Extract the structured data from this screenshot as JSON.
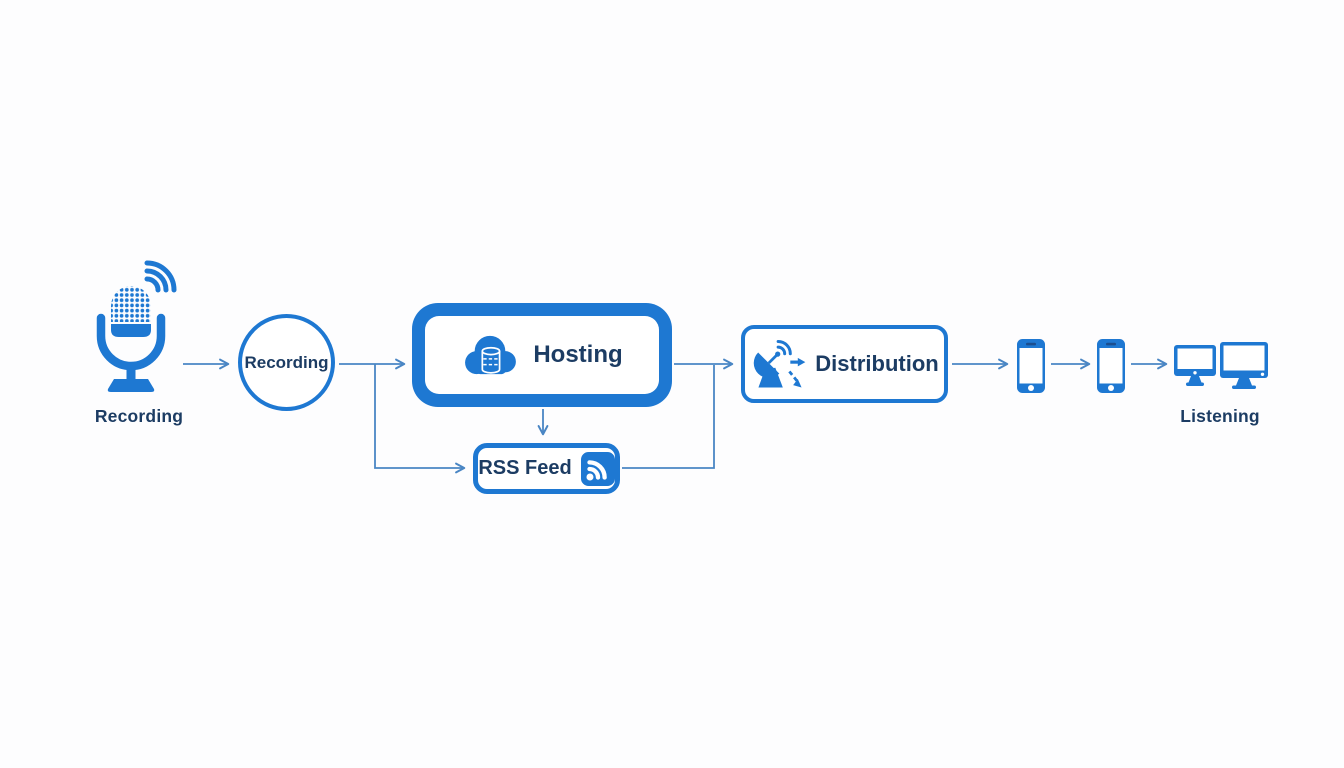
{
  "diagram": {
    "background": "#fdfdfe",
    "accent_color": "#1e78d2",
    "text_color": "#1c3c63",
    "arrow_color": "#4a86c4",
    "stages": {
      "mic_caption": "Recording",
      "recording_node": "Recording",
      "hosting_node": "Hosting",
      "rss_node": "RSS Feed",
      "distribution_node": "Distribution",
      "listening_caption": "Listening"
    },
    "icons": {
      "start": "microphone-icon",
      "hosting": "cloud-server-icon",
      "rss": "rss-icon",
      "distribution": "satellite-dish-icon",
      "device_1": "smartphone-icon",
      "device_2": "smartphone-icon",
      "listening": "dual-monitors-icon"
    },
    "flow": [
      "Recording (microphone) -> Recording",
      "Recording -> Hosting",
      "Recording -> RSS Feed",
      "Hosting -> RSS Feed",
      "Hosting -> Distribution",
      "RSS Feed -> Distribution",
      "Distribution -> smartphone -> smartphone -> monitors (Listening)"
    ]
  }
}
